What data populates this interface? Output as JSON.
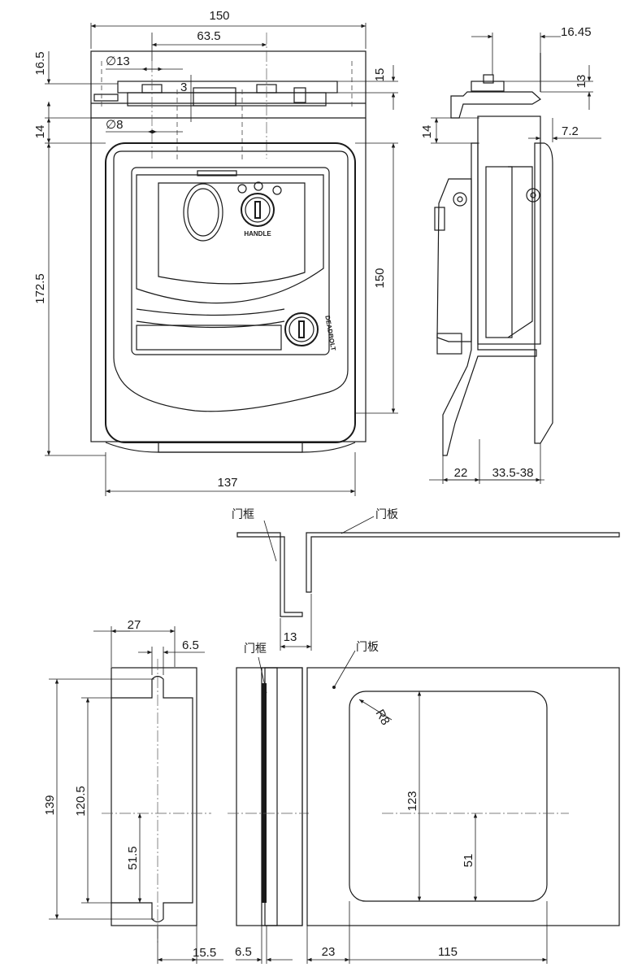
{
  "front_view": {
    "dims": {
      "top_width": "150",
      "hole_pitch": "63.5",
      "hole_13": "∅13",
      "hole_8": "∅8",
      "gap_3": "3",
      "left_16_5": "16.5",
      "left_14": "14",
      "left_172_5": "172.5",
      "right_15": "15",
      "right_150": "150",
      "bottom_137": "137"
    },
    "handle_label": "HANDLE",
    "deadbolt_label": "DEADBOLT"
  },
  "side_view": {
    "dims": {
      "d16_45": "16.45",
      "d13": "13",
      "d14": "14",
      "d7_2": "7.2",
      "d22": "22",
      "d33_5_38": "33.5-38"
    }
  },
  "install_view": {
    "frame_label": "门框",
    "panel_label": "门板",
    "frame_label_2": "门框",
    "panel_label_2": "门板",
    "dims": {
      "gap_13": "13",
      "w27": "27",
      "w6_5": "6.5",
      "h139": "139",
      "h120_5": "120.5",
      "h51_5": "51.5",
      "b15_5": "15.5",
      "b6_5": "6.5",
      "b23": "23",
      "b115": "115",
      "h123": "123",
      "h51": "51",
      "r8": "R8"
    }
  }
}
